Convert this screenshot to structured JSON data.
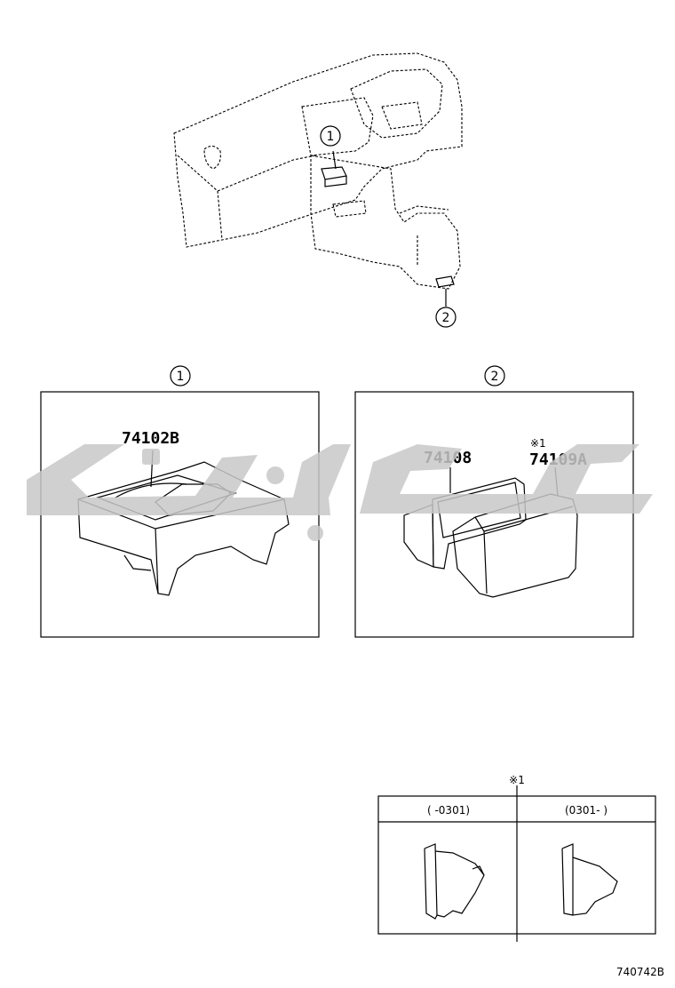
{
  "callouts": {
    "overview_1": "1",
    "overview_2": "2",
    "panel1_header": "1",
    "panel2_header": "2"
  },
  "panel1": {
    "part": "74102B"
  },
  "panel2": {
    "part_a": "74108",
    "part_b": "74109A",
    "note_mark": "※1"
  },
  "note_table": {
    "mark": "※1",
    "col1": "(      -0301)",
    "col2": "(0301-      )"
  },
  "diagram_code": "740742B"
}
